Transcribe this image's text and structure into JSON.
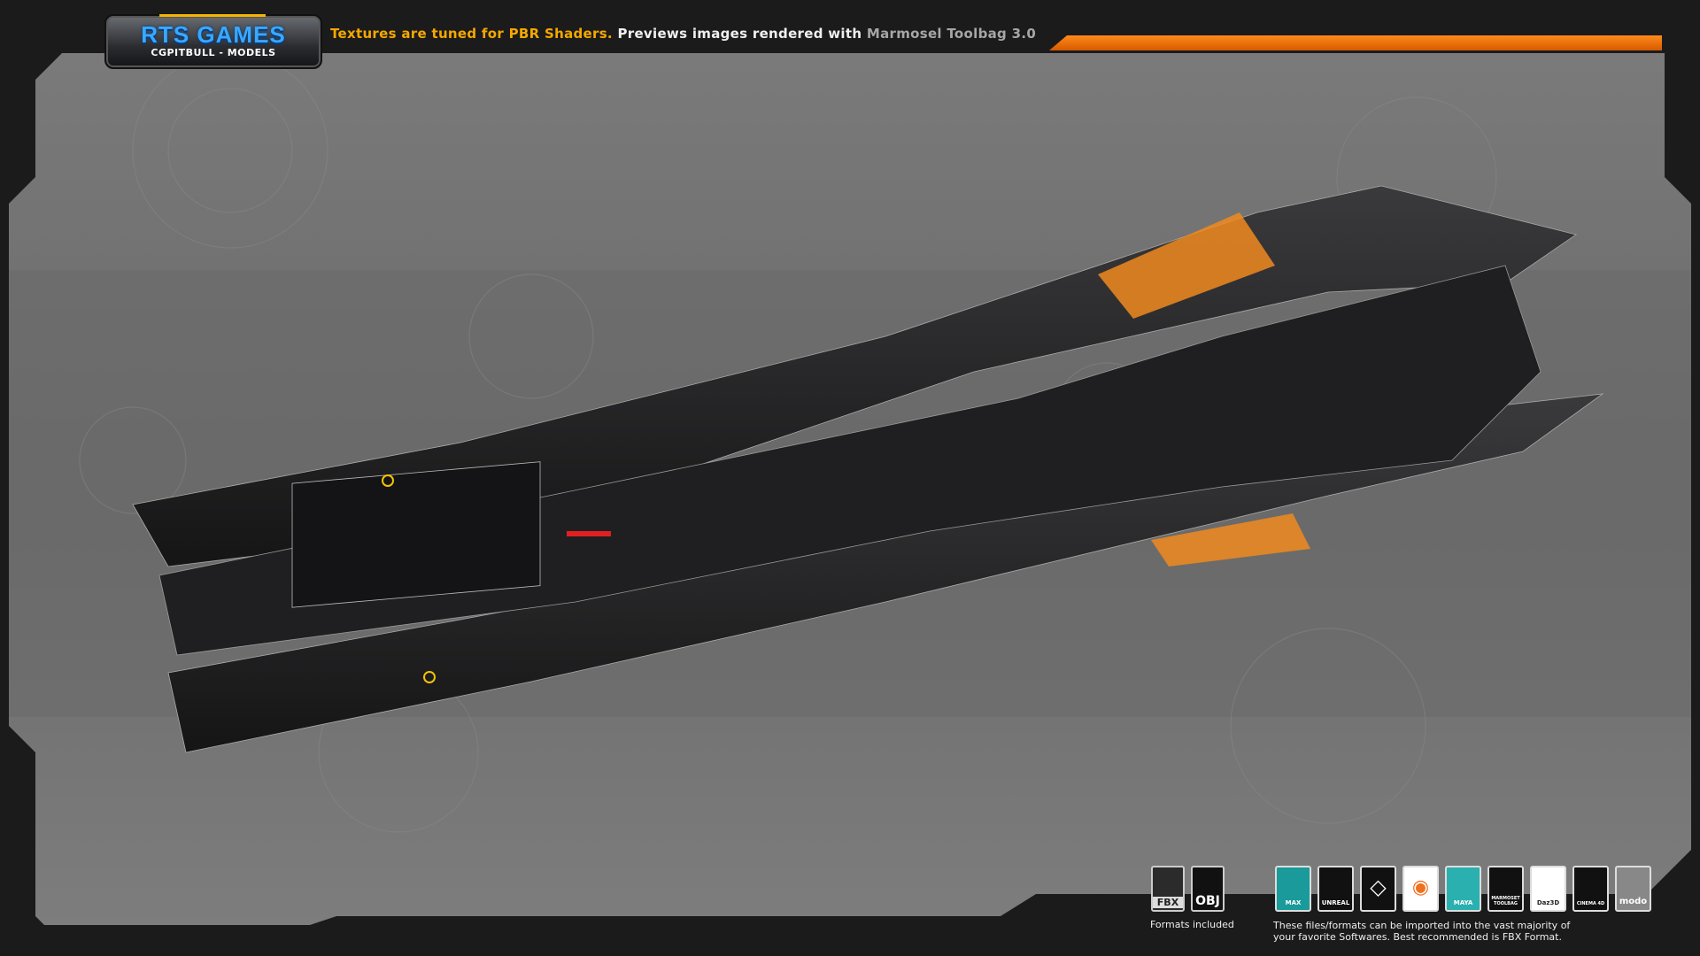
{
  "logo": {
    "title": "RTS GAMES",
    "subtitle": "CGPITBULL - MODELS"
  },
  "headline": {
    "part1": "Textures are tuned for PBR Shaders.",
    "part2": " Previews images rendered with ",
    "part3": "Marmosel Toolbag 3.0"
  },
  "colors": {
    "accent_orange": "#f5a800",
    "bar_orange": "#ff8a1a",
    "logo_blue": "#39a8ff",
    "panel_gray": "#6e6e6e"
  },
  "formats": {
    "items": [
      "FBX",
      "OBJ"
    ],
    "caption": "Formats included"
  },
  "software": {
    "items": [
      {
        "label": "MAX",
        "bg": "#1a9a9a"
      },
      {
        "label": "UNREAL",
        "bg": "#111111"
      },
      {
        "label": "",
        "bg": "#111111",
        "icon": "unity-icon"
      },
      {
        "label": "",
        "bg": "#ffffff",
        "icon": "blender-icon"
      },
      {
        "label": "MAYA",
        "bg": "#2bb0b0"
      },
      {
        "label": "MARMOSET TOOLBAG",
        "bg": "#111111"
      },
      {
        "label": "Daz3D",
        "bg": "#ffffff"
      },
      {
        "label": "CINEMA 4D",
        "bg": "#111111"
      },
      {
        "label": "modo",
        "bg": "#888888"
      }
    ],
    "caption_line1": "These files/formats can be imported into the vast majority of",
    "caption_line2": "your favorite Softwares. Best recommended is FBX Format."
  }
}
